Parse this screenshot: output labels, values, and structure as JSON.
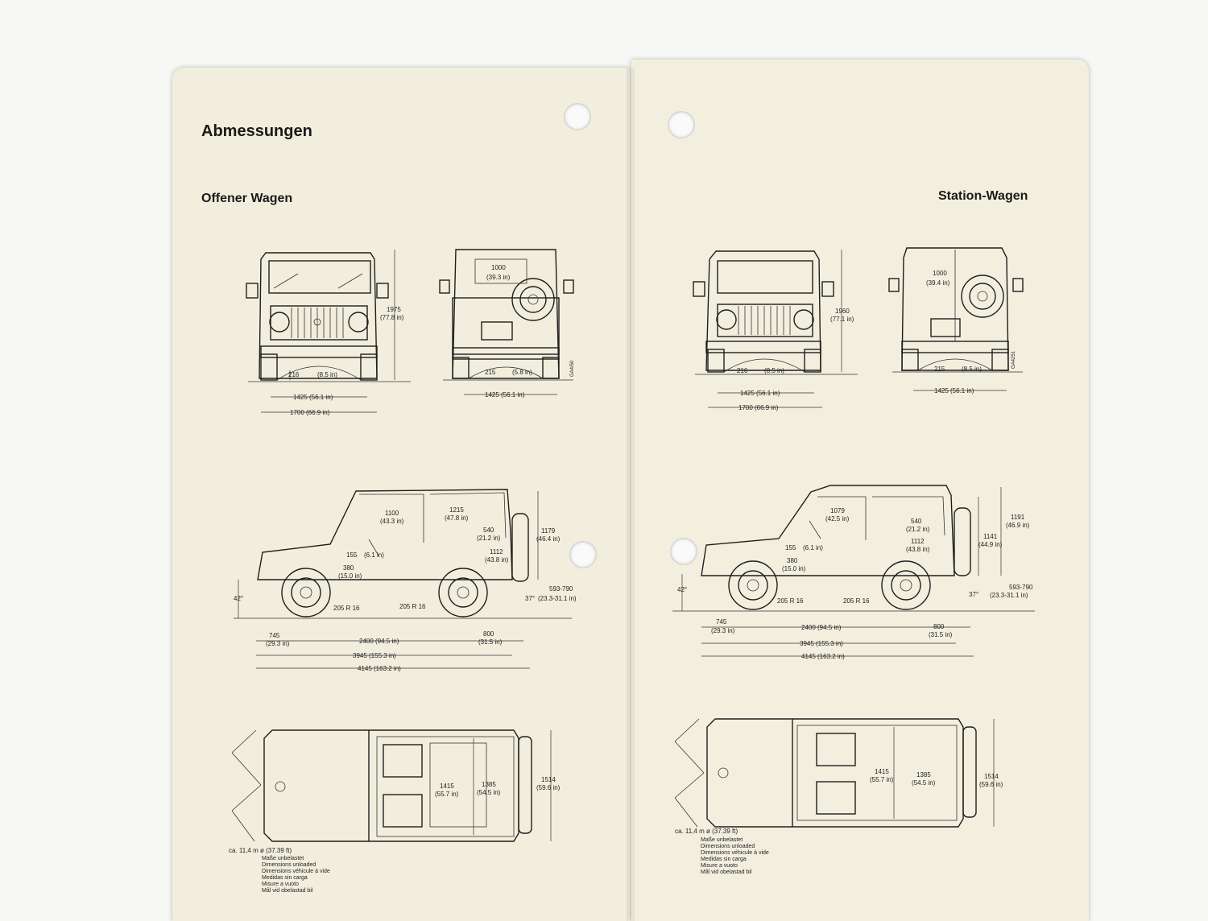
{
  "heading": "Abmessungen",
  "left": {
    "title": "Offener Wagen",
    "front": {
      "height": "1975",
      "height_in": "(77.8 in)",
      "clearance": "216",
      "clearance_in": "(8.5 in)",
      "track": "1425 (56.1 in)",
      "width": "1700 (66.9 in)"
    },
    "rear": {
      "roof": "1000",
      "roof_in": "(39.3 in)",
      "clearance": "215",
      "clearance_in": "(5.8 in)",
      "track": "1425 (56.1 in)",
      "code": "GA4/50"
    },
    "side": {
      "a": "1100",
      "a_in": "(43.3 in)",
      "b": "1215",
      "b_in": "(47.8 in)",
      "c": "540",
      "c_in": "(21.2 in)",
      "d": "1179",
      "d_in": "(46.4 in)",
      "e": "155",
      "e_in": "(6.1 in)",
      "f": "1112",
      "f_in": "(43.8 in)",
      "g": "380",
      "g_in": "(15.0 in)",
      "tyre": "205 R 16",
      "angle_front": "42°",
      "load": "593-790",
      "angle_rear": "37°",
      "load_in": "(23.3-31.1 in)",
      "overhang_front": "745",
      "overhang_front_in": "(29.3 in)",
      "wheelbase": "2400 (94.5 in)",
      "overhang_rear": "800",
      "overhang_rear_in": "(31.5 in)",
      "length1": "3945 (155.3 in)",
      "length2": "4145 (163.2 in)"
    },
    "top": {
      "a": "1415",
      "a_in": "(55.7 in)",
      "b": "1385",
      "b_in": "(54.5 in)",
      "c": "1514",
      "c_in": "(59.6 in)"
    },
    "turning": "ca. 11,4 m ø (37.39 ft)",
    "notes": [
      "Maße unbelastet",
      "Dimensions unloaded",
      "Dimensions véhicule à vide",
      "Medidas sin carga",
      "Misure a vuoto",
      "Mål vid obelastad bil"
    ]
  },
  "right": {
    "title": "Station-Wagen",
    "front": {
      "height": "1960",
      "height_in": "(77.1 in)",
      "clearance": "216",
      "clearance_in": "(8.5 in)",
      "track": "1425 (56.1 in)",
      "width": "1700 (66.9 in)"
    },
    "rear": {
      "roof": "1000",
      "roof_in": "(39.4 in)",
      "clearance": "215",
      "clearance_in": "(8.5 in)",
      "track": "1425 (56.1 in)",
      "code": "GA4251"
    },
    "side": {
      "a": "1079",
      "a_in": "(42.5 in)",
      "c": "540",
      "c_in": "(21.2 in)",
      "h": "1191",
      "h_in": "(46.9 in)",
      "d": "1141",
      "d_in": "(44.9 in)",
      "e": "155",
      "e_in": "(6.1 in)",
      "f": "1112",
      "f_in": "(43.8 in)",
      "g": "380",
      "g_in": "(15.0 in)",
      "tyre": "205 R 16",
      "angle_front": "42°",
      "load": "593-790",
      "angle_rear": "37°",
      "load_in": "(23.3-31.1 in)",
      "overhang_front": "745",
      "overhang_front_in": "(29.3 in)",
      "wheelbase": "2400 (94.5 in)",
      "overhang_rear": "800",
      "overhang_rear_in": "(31.5 in)",
      "length1": "3945 (155.3 in)",
      "length2": "4145 (163.2 in)"
    },
    "top": {
      "a": "1415",
      "a_in": "(55.7 in)",
      "b": "1385",
      "b_in": "(54.5 in)",
      "c": "1514",
      "c_in": "(59.6 in)"
    },
    "turning": "ca. 11,4 m ø (37.39 ft)",
    "notes": [
      "Maße unbelastet",
      "Dimensions unloaded",
      "Dimensions véhicule à vide",
      "Medidas sin carga",
      "Misure a vuoto",
      "Mål vid obelastad bil"
    ]
  }
}
